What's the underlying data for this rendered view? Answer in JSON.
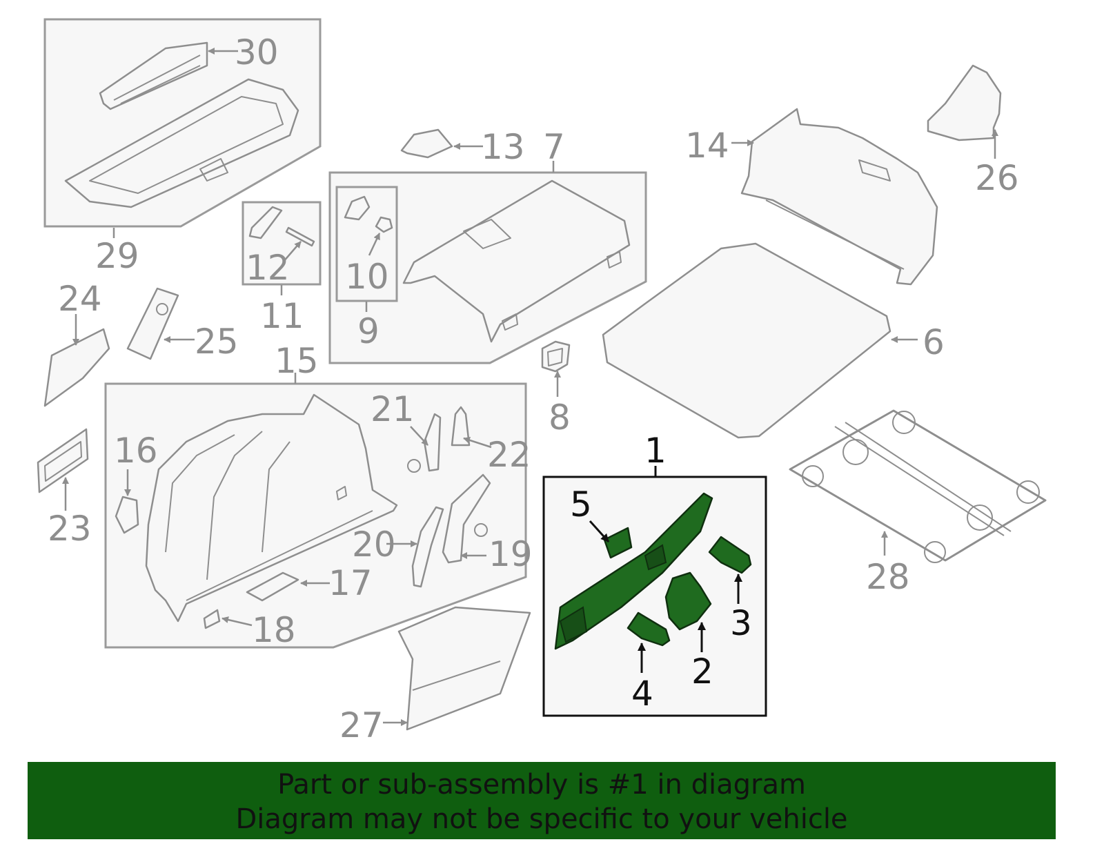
{
  "callouts": {
    "n1": "1",
    "n2": "2",
    "n3": "3",
    "n4": "4",
    "n5": "5",
    "n6": "6",
    "n7": "7",
    "n8": "8",
    "n9": "9",
    "n10": "10",
    "n11": "11",
    "n12": "12",
    "n13": "13",
    "n14": "14",
    "n15": "15",
    "n16": "16",
    "n17": "17",
    "n18": "18",
    "n19": "19",
    "n20": "20",
    "n21": "21",
    "n22": "22",
    "n23": "23",
    "n24": "24",
    "n25": "25",
    "n26": "26",
    "n27": "27",
    "n28": "28",
    "n29": "29",
    "n30": "30"
  },
  "highlighted_part": "1",
  "colors": {
    "highlight": "#1f6b1f",
    "banner": "#0f5e0f",
    "line_grey": "#8e8e8e",
    "box_black": "#111111"
  },
  "banner": {
    "line1": "Part or sub-assembly is #1 in diagram",
    "line2": "Diagram may not be specific to your vehicle"
  }
}
